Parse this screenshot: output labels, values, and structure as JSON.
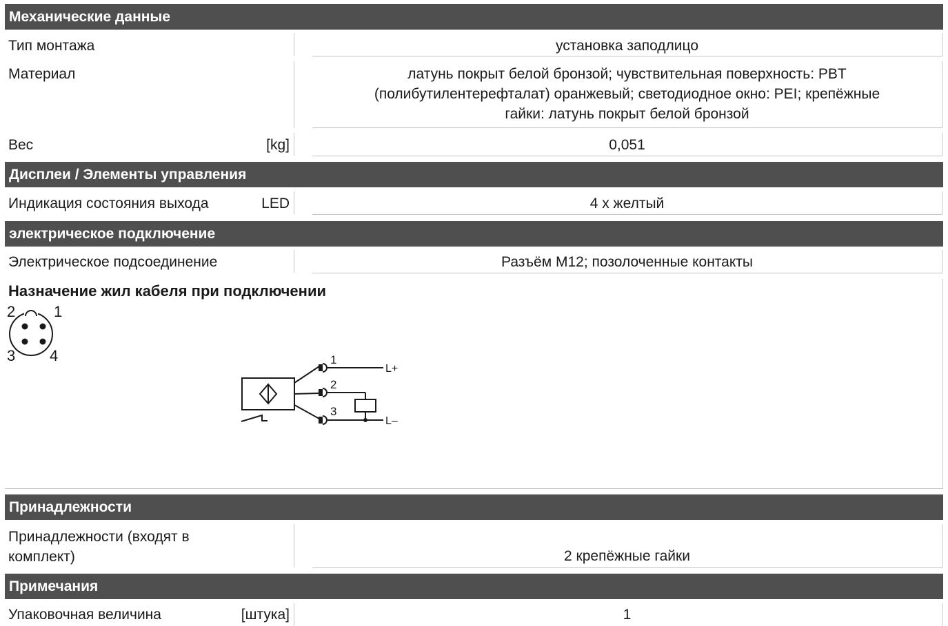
{
  "sections": {
    "mechanical": "Механические данные",
    "displays": "Дисплеи / Элементы управления",
    "electrical": "электрическое подключение",
    "accessories": "Принадлежности",
    "notes": "Примечания"
  },
  "rows": {
    "mount": {
      "label": "Тип монтажа",
      "value": "установка заподлицо"
    },
    "material": {
      "label": "Материал",
      "value_lines": [
        "латунь покрыт белой бронзой; чувствительная поверхность: PBT",
        "(полибутилентерефталат) оранжевый; светодиодное окно: PEI; крепёжные",
        "гайки: латунь покрыт белой бронзой"
      ]
    },
    "weight": {
      "label": "Вес",
      "unit": "[kg]",
      "value": "0,051"
    },
    "indication": {
      "label": "Индикация состояния выхода",
      "unit": "LED",
      "value": "4 x желтый"
    },
    "connection": {
      "label": "Электрическое подсоединение",
      "value": "Разъём M12; позолоченные контакты"
    },
    "acc_included": {
      "label_lines": [
        "Принадлежности (входят в",
        "комплект)"
      ],
      "value": "2 крепёжные гайки"
    },
    "package": {
      "label": "Упаковочная величина",
      "unit": "[штука]",
      "value": "1"
    }
  },
  "wiring": {
    "title": "Назначение жил кабеля при подключении",
    "pins": [
      "1",
      "2",
      "3",
      "4"
    ],
    "supply_plus": "L+",
    "supply_minus": "L–"
  }
}
